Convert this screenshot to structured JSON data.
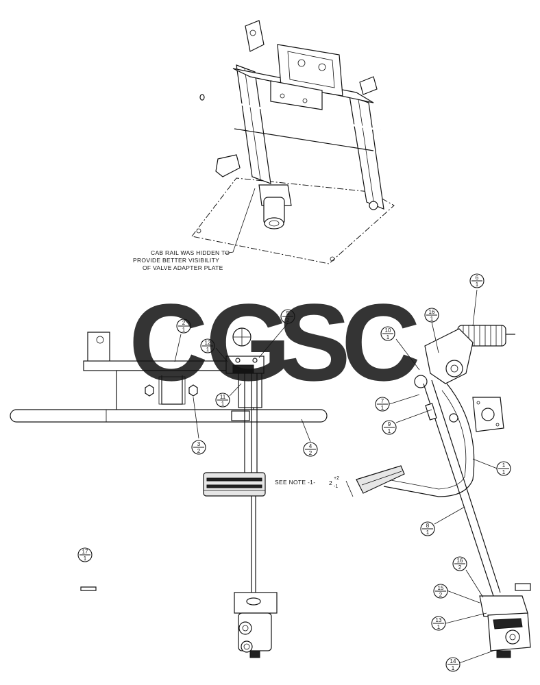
{
  "watermark": {
    "letters": [
      "C",
      "G",
      "S",
      "C"
    ],
    "colors": [
      "#4a86e8",
      "#ea4c3f",
      "#f4c430",
      "#2e9e6a"
    ]
  },
  "notes": {
    "cab_rail_line1": "CAB RAIL WAS HIDDEN TO",
    "cab_rail_line2": "PROVIDE BETTER VISIBILITY",
    "cab_rail_line3": "OF VALVE ADAPTER PLATE",
    "see_note": "SEE NOTE -1-",
    "tol_base": "2",
    "tol_plus": "+2",
    "tol_minus": "-1"
  },
  "callouts": [
    {
      "id": "c1",
      "item": "1",
      "qty": "1"
    },
    {
      "id": "c2",
      "item": "2",
      "qty": "1"
    },
    {
      "id": "c3",
      "item": "3",
      "qty": "2"
    },
    {
      "id": "c4",
      "item": "4",
      "qty": "2"
    },
    {
      "id": "c5",
      "item": "5",
      "qty": "2"
    },
    {
      "id": "c6",
      "item": "6",
      "qty": "1"
    },
    {
      "id": "c7",
      "item": "7",
      "qty": "1"
    },
    {
      "id": "c8",
      "item": "8",
      "qty": "1"
    },
    {
      "id": "c9",
      "item": "9",
      "qty": "1"
    },
    {
      "id": "c10",
      "item": "10",
      "qty": "1"
    },
    {
      "id": "c11",
      "item": "11",
      "qty": "1"
    },
    {
      "id": "c12",
      "item": "12",
      "qty": "1"
    },
    {
      "id": "c13",
      "item": "13",
      "qty": "1"
    },
    {
      "id": "c14",
      "item": "14",
      "qty": "1"
    },
    {
      "id": "c15",
      "item": "15",
      "qty": "2"
    },
    {
      "id": "c16a",
      "item": "16",
      "qty": "1"
    },
    {
      "id": "c16b",
      "item": "16",
      "qty": "2"
    },
    {
      "id": "c17",
      "item": "17",
      "qty": "1"
    }
  ]
}
